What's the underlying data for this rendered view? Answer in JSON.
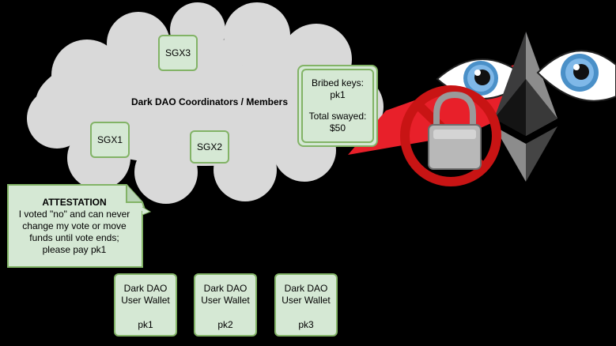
{
  "colors": {
    "background": "#000000",
    "cloud_fill": "#d9d9d9",
    "node_fill": "#d5e8d4",
    "node_border": "#82b366",
    "beam": "#e8202a",
    "prohibition": "#c81414"
  },
  "cloud": {
    "title": "Dark DAO Coordinators / Members",
    "sgx_nodes": [
      "SGX3",
      "SGX1",
      "SGX2"
    ]
  },
  "bribed_box": {
    "line1": "Bribed keys:",
    "line2": "pk1",
    "line3": "Total swayed:",
    "line4": "$50"
  },
  "attestation": {
    "title": "ATTESTATION",
    "text": [
      "I  voted \"no\" and can never",
      "change my vote or move",
      "funds until vote ends;",
      "please pay pk1"
    ]
  },
  "wallets": [
    {
      "line1": "Dark DAO",
      "line2": "User Wallet",
      "pk": "pk1"
    },
    {
      "line1": "Dark DAO",
      "line2": "User Wallet",
      "pk": "pk2"
    },
    {
      "line1": "Dark DAO",
      "line2": "User Wallet",
      "pk": "pk3"
    }
  ],
  "icons": [
    "eye-icon",
    "ethereum-logo-icon",
    "padlock-icon",
    "prohibition-sign-icon"
  ]
}
